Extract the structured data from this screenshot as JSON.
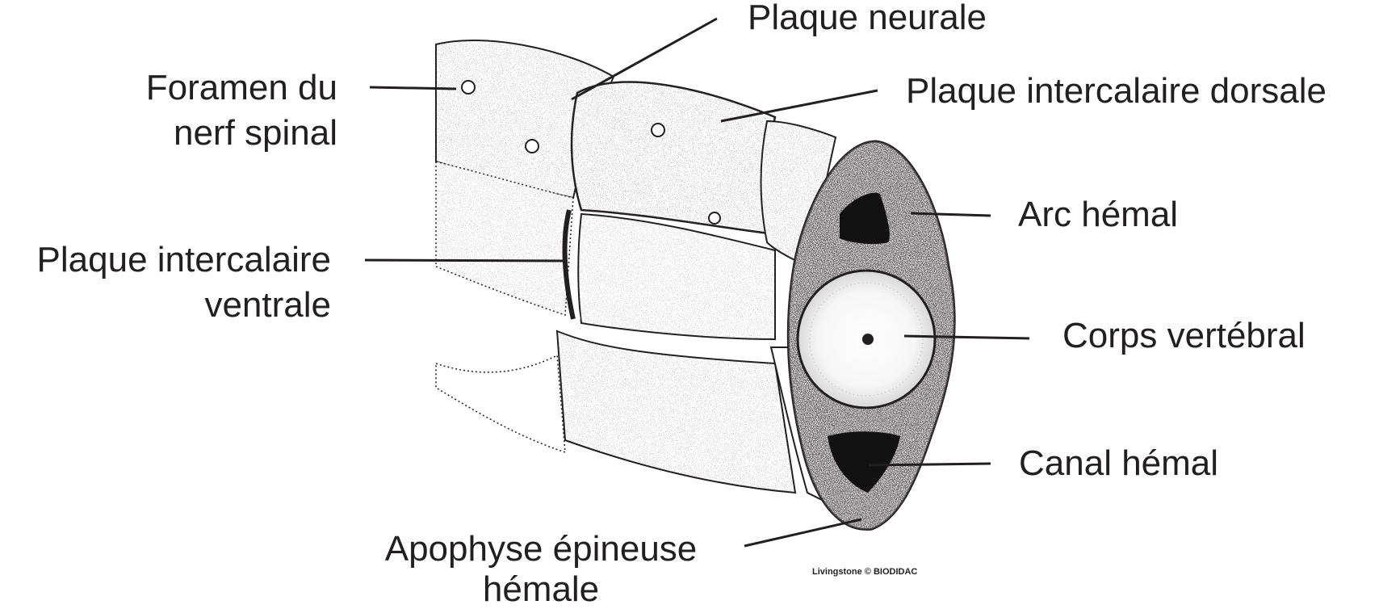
{
  "labels": {
    "plaque_neurale": "Plaque neurale",
    "foramen_line1": "Foramen du",
    "foramen_line2": "nerf spinal",
    "plaque_intercalaire_dorsale": "Plaque intercalaire dorsale",
    "arc_hemal": "Arc hémal",
    "plaque_intercalaire_ventrale_line1": "Plaque intercalaire",
    "plaque_intercalaire_ventrale_line2": "ventrale",
    "corps_vertebral": "Corps vertébral",
    "canal_hemal": "Canal hémal",
    "apophyse_line1": "Apophyse épineuse",
    "apophyse_line2": "hémale"
  },
  "credit": "Livingstone © BIODIDAC",
  "colors": {
    "ink": "#231f20",
    "paper": "#ffffff",
    "stipple": "#3a3637"
  }
}
